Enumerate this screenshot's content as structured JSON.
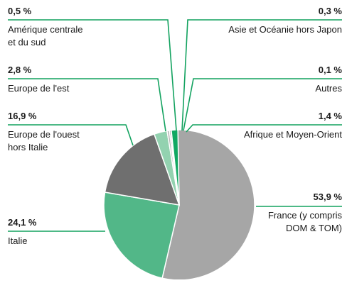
{
  "chart_data": {
    "type": "pie",
    "title": "",
    "slices": [
      {
        "label_lines": [
          "France (y compris",
          "DOM & TOM)"
        ],
        "value": 53.9,
        "value_label": "53,9 %",
        "color": "#a6a6a6"
      },
      {
        "label_lines": [
          "Italie"
        ],
        "value": 24.1,
        "value_label": "24,1 %",
        "color": "#52b788"
      },
      {
        "label_lines": [
          "Europe de l'ouest",
          "hors Italie"
        ],
        "value": 16.9,
        "value_label": "16,9 %",
        "color": "#6f6f6f"
      },
      {
        "label_lines": [
          "Europe de l'est"
        ],
        "value": 2.8,
        "value_label": "2,8 %",
        "color": "#93d2b0"
      },
      {
        "label_lines": [
          "Amérique centrale",
          "et du sud"
        ],
        "value": 0.5,
        "value_label": "0,5 %",
        "color": "#b9b9b9"
      },
      {
        "label_lines": [
          "Asie et Océanie hors Japon"
        ],
        "value": 0.3,
        "value_label": "0,3 %",
        "color": "#4d4d4d"
      },
      {
        "label_lines": [
          "Autres"
        ],
        "value": 0.1,
        "value_label": "0,1 %",
        "color": "#8fd1ad"
      },
      {
        "label_lines": [
          "Afrique et Moyen-Orient"
        ],
        "value": 1.4,
        "value_label": "1,4 %",
        "color": "#10a862"
      }
    ],
    "leader_line_color": "#12a25f",
    "legend": "none"
  }
}
